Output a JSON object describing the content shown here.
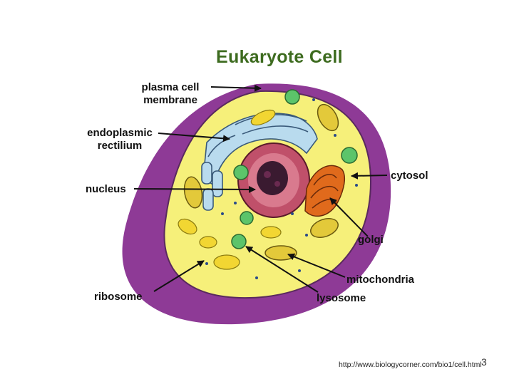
{
  "slide": {
    "title": "Eukaryote Cell",
    "title_color": "#3d6b1f",
    "source_url": "http://www.biologycorner.com/bio1/cell.html",
    "page_number": "3"
  },
  "labels": {
    "plasma_membrane_line1": "plasma cell",
    "plasma_membrane_line2": "membrane",
    "er_line1": "endoplasmic",
    "er_line2": "rectilium",
    "nucleus": "nucleus",
    "ribosome": "ribosome",
    "cytosol": "cytosol",
    "golgi": "golgi",
    "mitochondria": "mitochondria",
    "lysosome": "lysosome"
  },
  "colors": {
    "membrane": "#8e3a96",
    "cytoplasm": "#f6f07a",
    "nucleus_outer": "#c0506a",
    "nucleolus": "#3a1a30",
    "er": "#b9dbee",
    "golgi": "#e06a1c",
    "lysosome": "#5cc46a",
    "mitochondria": "#e3c93a"
  }
}
